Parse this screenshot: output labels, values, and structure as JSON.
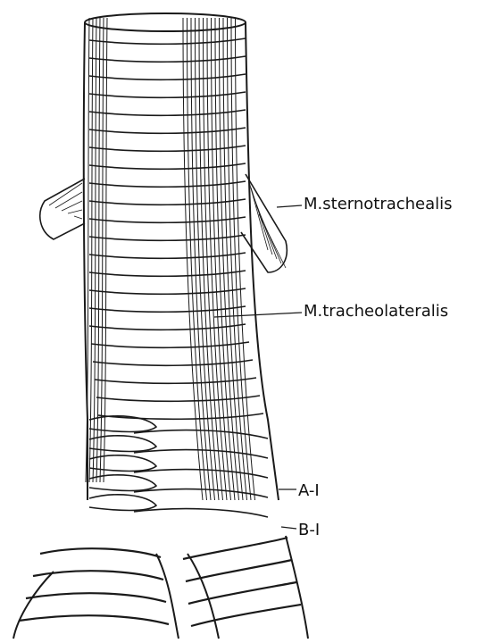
{
  "labels": {
    "sternotrachealis": "M.sternotrachealis",
    "tracheolateralis": "M.tracheolateralis",
    "a1": "A-I",
    "b1": "B-I"
  },
  "colors": {
    "ink": "#1a1a1a",
    "paper": "#ffffff"
  }
}
